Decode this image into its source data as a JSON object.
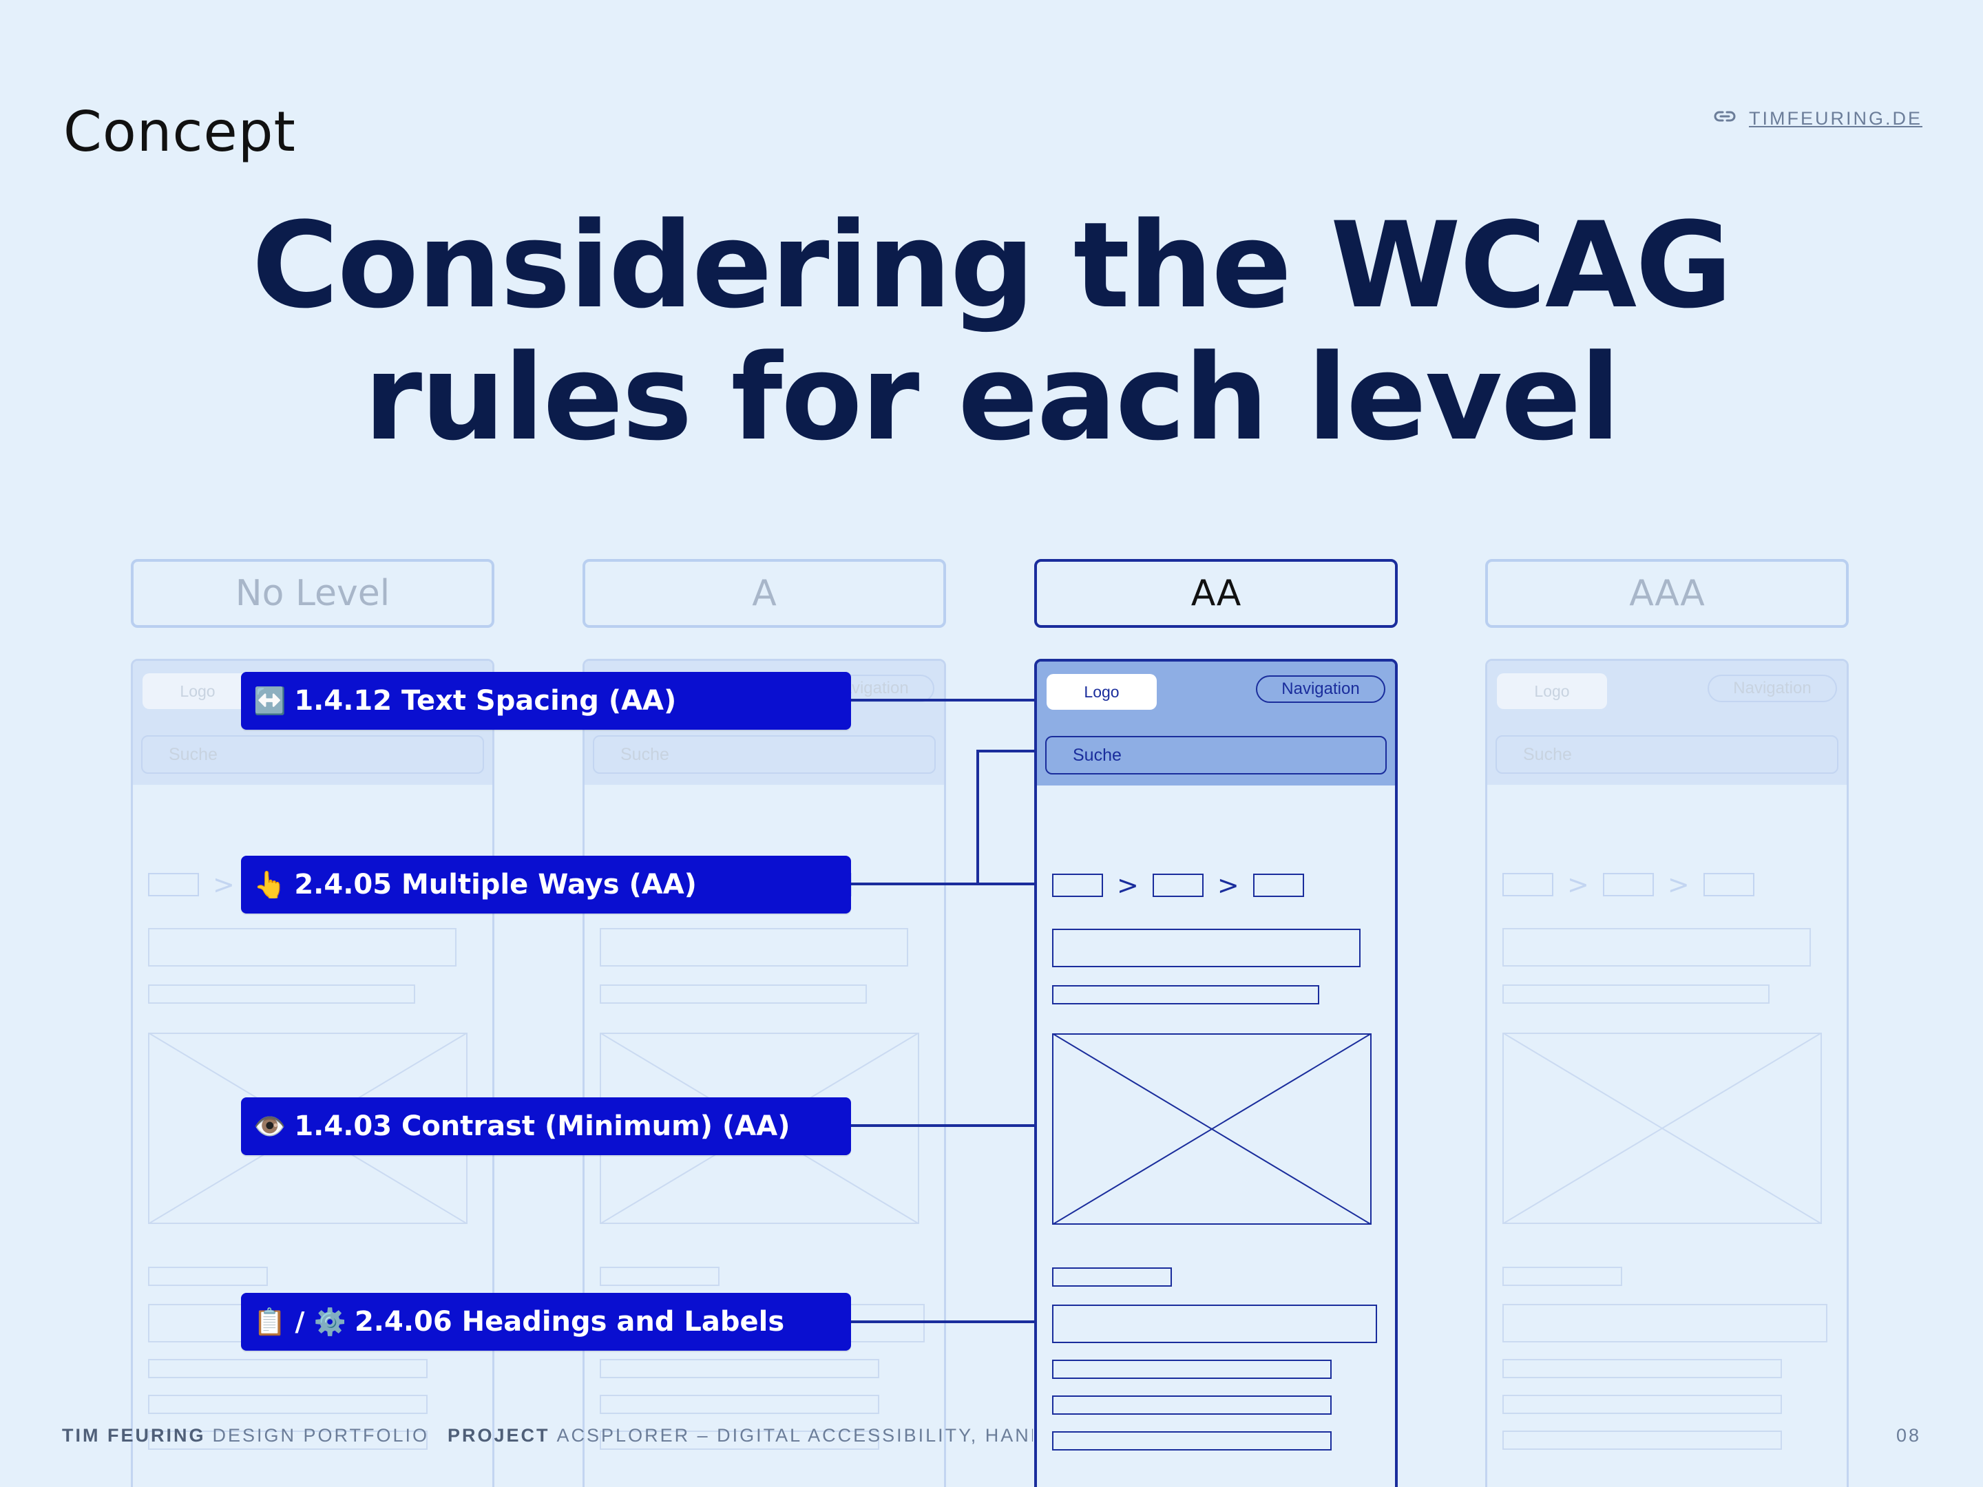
{
  "header": {
    "kicker": "Concept",
    "site_link": "TIMFEURING.DE",
    "headline_line1": "Considering the WCAG",
    "headline_line2": "rules for each level"
  },
  "levels": [
    {
      "label": "No Level",
      "active": false
    },
    {
      "label": "A",
      "active": false
    },
    {
      "label": "AA",
      "active": true
    },
    {
      "label": "AAA",
      "active": false
    }
  ],
  "wireframe": {
    "logo": "Logo",
    "navigation": "Navigation",
    "search": "Suche",
    "crumb_separator": ">"
  },
  "rules": [
    {
      "icon": "↔️",
      "text": "1.4.12 Text Spacing (AA)"
    },
    {
      "icon": "👆",
      "text": "2.4.05 Multiple Ways (AA)"
    },
    {
      "icon": "👁️",
      "text": "1.4.03 Contrast (Minimum) (AA)"
    },
    {
      "icon": "📋 / ⚙️",
      "text": "2.4.06 Headings and Labels"
    }
  ],
  "footer": {
    "author": "TIM FEURING",
    "portfolio": "DESIGN PORTFOLIO",
    "project_label": "PROJECT",
    "project_name": "ACSPLORER – DIGITAL ACCESSIBILITY, HANDS-ON",
    "page_number": "08"
  },
  "colors": {
    "background": "#e4f0fb",
    "rule_label": "#0a0fd0",
    "active_border": "#1a2d9c",
    "headline": "#0b1c4b"
  }
}
